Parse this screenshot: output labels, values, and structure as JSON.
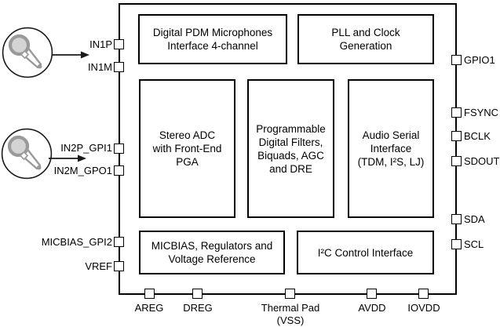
{
  "diagram": {
    "blocks": [
      {
        "lines": [
          "Digital PDM Microphones",
          "Interface 4-channel"
        ]
      },
      {
        "lines": [
          "PLL and Clock",
          "Generation"
        ]
      },
      {
        "lines": [
          "Stereo ADC",
          "with Front-End",
          "PGA"
        ]
      },
      {
        "lines": [
          "Programmable",
          "Digital Filters,",
          "Biquads, AGC",
          "and DRE"
        ]
      },
      {
        "lines": [
          "Audio Serial",
          "Interface",
          "(TDM, I²S, LJ)"
        ]
      },
      {
        "lines": [
          "MICBIAS, Regulators and",
          "Voltage Reference"
        ]
      },
      {
        "lines": [
          "I²C Control Interface"
        ]
      }
    ],
    "pins_left": [
      "IN1P",
      "IN1M",
      "IN2P_GPI1",
      "IN2M_GPO1",
      "MICBIAS_GPI2",
      "VREF"
    ],
    "pins_right": [
      "GPIO1",
      "FSYNC",
      "BCLK",
      "SDOUT",
      "SDA",
      "SCL"
    ],
    "pins_bottom": [
      {
        "label": "AREG"
      },
      {
        "label": "DREG"
      },
      {
        "label": "Thermal Pad",
        "sublabel": "(VSS)"
      },
      {
        "label": "AVDD"
      },
      {
        "label": "IOVDD"
      }
    ],
    "icons": {
      "input1": "microphone-icon",
      "input2": "microphone-icon"
    },
    "colors": {
      "stroke": "#000000",
      "background": "#ffffff",
      "mic_gray": "#9a9a9a"
    }
  }
}
